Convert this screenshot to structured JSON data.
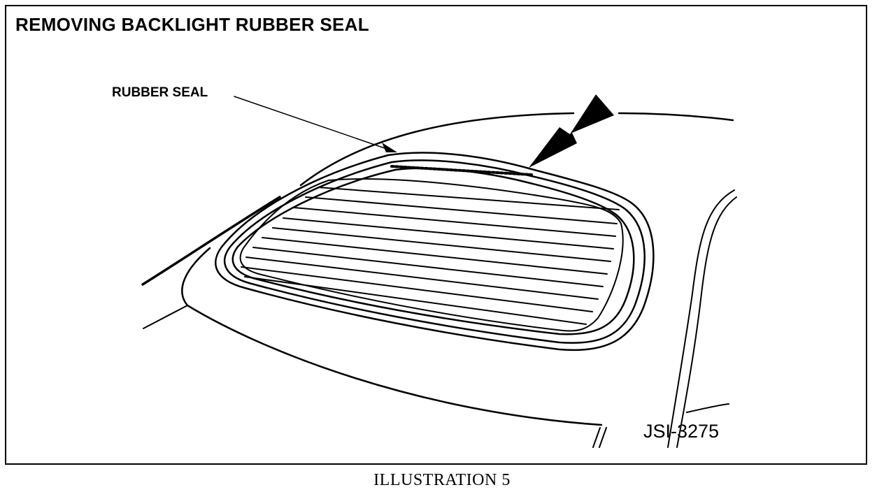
{
  "title": "REMOVING BACKLIGHT RUBBER SEAL",
  "callout_label": "RUBBER SEAL",
  "drawing_code": "JSI-3275",
  "caption": "ILLUSTRATION 5"
}
